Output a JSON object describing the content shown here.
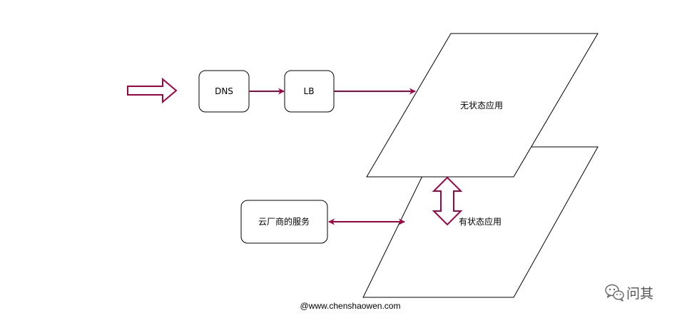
{
  "nodes": {
    "dns": "DNS",
    "lb": "LB",
    "stateless_app": "无状态应用",
    "stateful_app": "有状态应用",
    "cloud_service": "云厂商的服务"
  },
  "watermark": "@www.chenshaowen.com",
  "brand": {
    "name": "问其",
    "icon": "wechat-icon"
  },
  "colors": {
    "arrow": "#A50040",
    "stroke": "#000000",
    "brand": "#555555"
  }
}
